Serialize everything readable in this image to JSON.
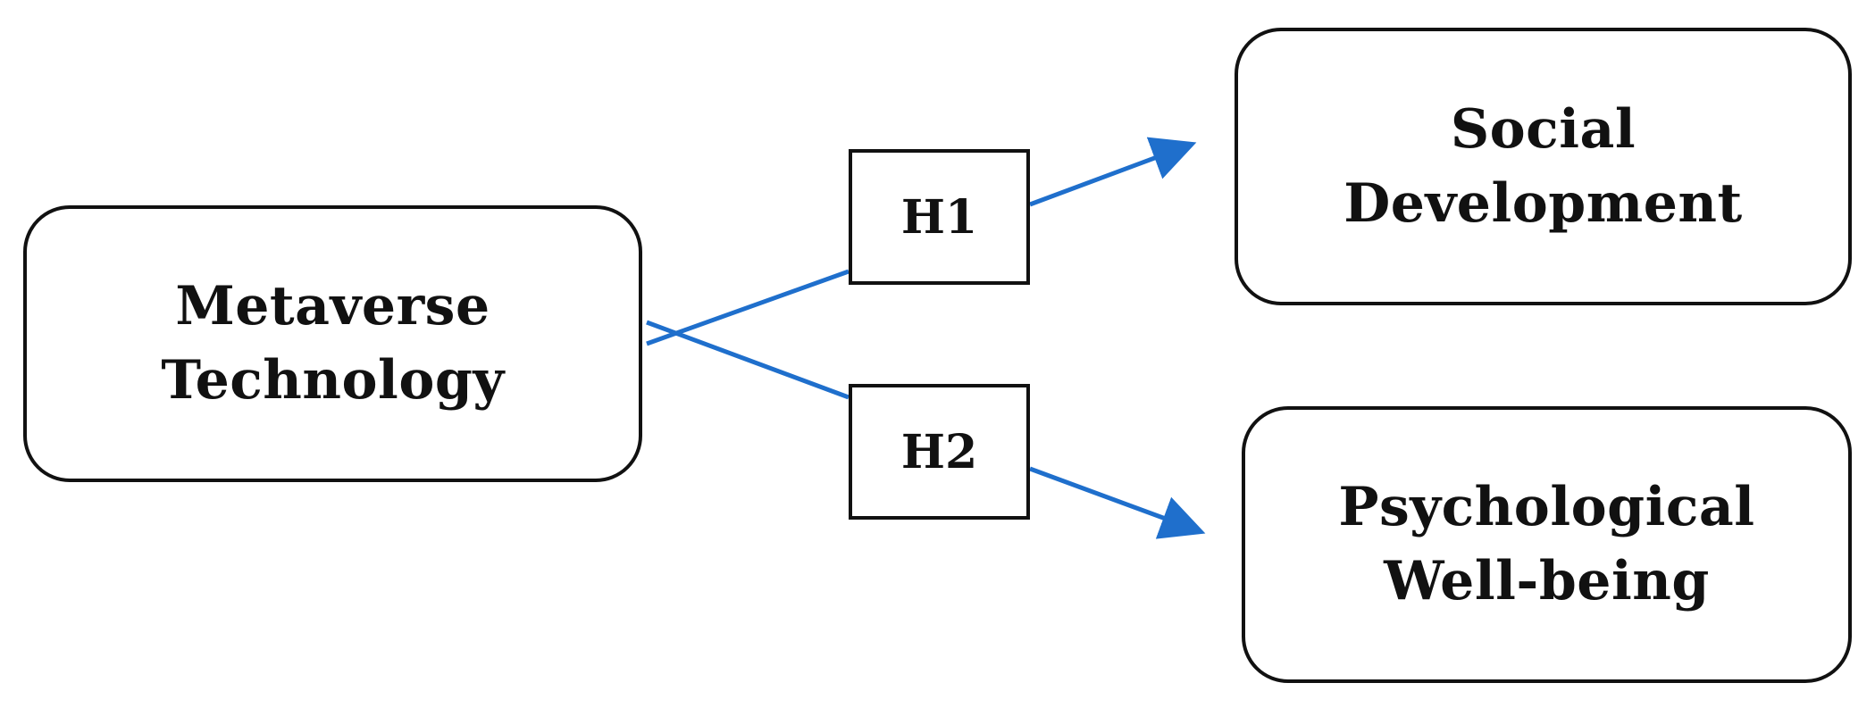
{
  "diagram": {
    "source_node": {
      "lines": [
        "Metaverse",
        "Technology"
      ]
    },
    "hypotheses": [
      {
        "label": "H1"
      },
      {
        "label": "H2"
      }
    ],
    "target_nodes": [
      {
        "lines": [
          "Social",
          "Development"
        ]
      },
      {
        "lines": [
          "Psychological",
          "Well-being"
        ]
      }
    ],
    "edges": [
      {
        "from": "Metaverse Technology",
        "via": "H1",
        "to": "Social Development"
      },
      {
        "from": "Metaverse Technology",
        "via": "H2",
        "to": "Psychological Well-being"
      }
    ]
  },
  "colors": {
    "arrow": "#1f6fcc",
    "box_border": "#111111",
    "text": "#111111",
    "background": "#ffffff"
  }
}
